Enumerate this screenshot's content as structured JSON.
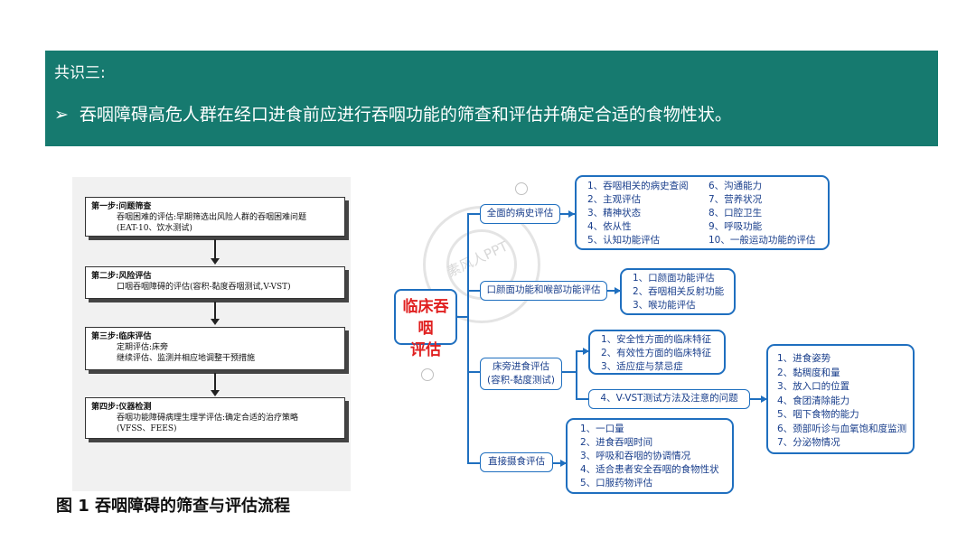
{
  "banner": {
    "heading": "共识三:",
    "bullet_arrow": "➢",
    "bullet": "吞咽障碍高危人群在经口进食前应进行吞咽功能的筛查和评估并确定合适的食物性状。"
  },
  "flowchart": {
    "steps": [
      {
        "title": "第一步:问题筛查",
        "lines": [
          "吞咽困难的评估:早期筛选出风险人群的吞咽困难问题",
          "(EAT-10、饮水测试)"
        ]
      },
      {
        "title": "第二步:风险评估",
        "lines": [
          "口咽吞咽障碍的评估(容积-黏度吞咽测试,V-VST)"
        ]
      },
      {
        "title": "第三步:临床评估",
        "lines": [
          "定期评估:床旁",
          "继续评估、监测并相应地调整干预措施"
        ]
      },
      {
        "title": "第四步:仪器检测",
        "lines": [
          "吞咽功能障碍病理生理学评估:确定合适的治疗策略",
          "(VFSS、FEES)"
        ]
      }
    ],
    "caption": "图 1 吞咽障碍的筛查与评估流程"
  },
  "mindmap": {
    "root": [
      "临床吞咽",
      "评估"
    ],
    "history": {
      "label": "全面的病史评估",
      "col1": [
        "1、吞咽相关的病史查阅",
        "2、主观评估",
        "3、精神状态",
        "4、依从性",
        "5、认知功能评估"
      ],
      "col2": [
        "6、沟通能力",
        "7、营养状况",
        "8、口腔卫生",
        "9、呼吸功能",
        "10、一般运动功能的评估"
      ]
    },
    "oral": {
      "label": "口颜面功能和喉部功能评估",
      "items": [
        "1、口颜面功能评估",
        "2、吞咽相关反射功能",
        "3、喉功能评估"
      ]
    },
    "bedside": {
      "label": [
        "床旁进食评估",
        "(容积-黏度测试)"
      ],
      "items": [
        "1、安全性方面的临床特征",
        "2、有效性方面的临床特征",
        "3、适应症与禁忌症"
      ],
      "vvst": "4、V-VST测试方法及注意的问题",
      "vvst_items": [
        "1、进食姿势",
        "2、黏稠度和量",
        "3、放入口的位置",
        "4、食团清除能力",
        "5、咽下食物的能力",
        "6、颈部听诊与血氧饱和度监测",
        "7、分泌物情况"
      ]
    },
    "direct": {
      "label": "直接摄食评估",
      "items": [
        "1、一口量",
        "2、进食吞咽时间",
        "3、呼吸和吞咽的协调情况",
        "4、适合患者安全吞咽的食物性状",
        "5、口服药物评估"
      ]
    }
  },
  "watermark": "素风人PPT"
}
